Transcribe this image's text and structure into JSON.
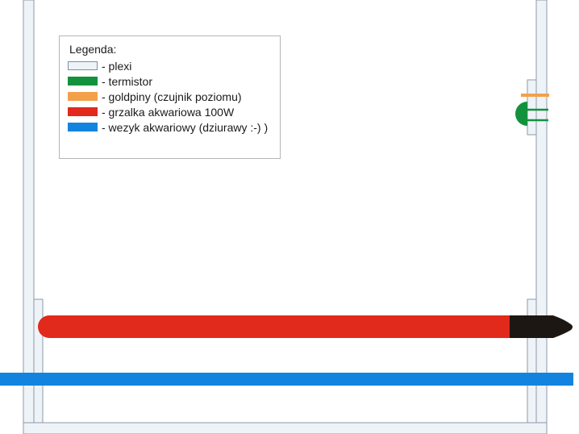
{
  "legend": {
    "title": "Legenda:",
    "items": [
      {
        "label": "- plexi",
        "color": "#eef3f8"
      },
      {
        "label": "- termistor",
        "color": "#13923d"
      },
      {
        "label": "- goldpiny (czujnik poziomu)",
        "color": "#f3a04b"
      },
      {
        "label": "- grzalka akwariowa 100W",
        "color": "#e1291c"
      },
      {
        "label": "- wezyk akwariowy (dziurawy :-) )",
        "color": "#1284df"
      }
    ]
  },
  "colors": {
    "plexi_fill": "#eef3f8",
    "plexi_stroke": "#8c9aa8",
    "heater": "#e1291c",
    "heater_cap": "#1d1714",
    "tube": "#1284df",
    "thermistor": "#13923d",
    "goldpins": "#f3a04b"
  }
}
